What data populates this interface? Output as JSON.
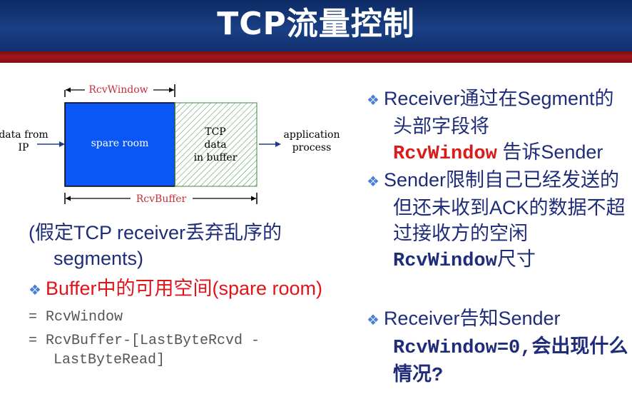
{
  "title": "TCP流量控制",
  "diagram": {
    "rcv_window_label": "RcvWindow",
    "rcv_buffer_label": "RcvBuffer",
    "spare_room_label": "spare room",
    "tcp_data_lines": [
      "TCP",
      "data",
      "in buffer"
    ],
    "input_lines": [
      "data from",
      "IP"
    ],
    "output_lines": [
      "application",
      "process"
    ],
    "colors": {
      "spare": "#0a57f5",
      "buffer_hatch": "#3f8a3f"
    }
  },
  "left": {
    "assumption": "(假定TCP receiver丢弃乱序的segments)",
    "bullet_text": "Buffer中的可用空间(spare room)",
    "formula_1": "= RcvWindow",
    "formula_2": "= RcvBuffer-[LastByteRcvd - LastByteRead]"
  },
  "right": {
    "b1_pre": "Receiver通过在Segment的头部字段将",
    "b1_code": "RcvWindow",
    "b1_post": " 告诉Sender",
    "b2_pre": "Sender限制自己已经发送的但还未收到ACK的数据不超过接收方的空闲",
    "b2_code": "RcvWindow",
    "b2_post": "尺寸",
    "b3_pre": "Receiver告知Sender",
    "b3_code": "RcvWindow=0",
    "b3_post": ",会出现什么情况?"
  },
  "bullet_icon": "diamond-bullet-icon"
}
